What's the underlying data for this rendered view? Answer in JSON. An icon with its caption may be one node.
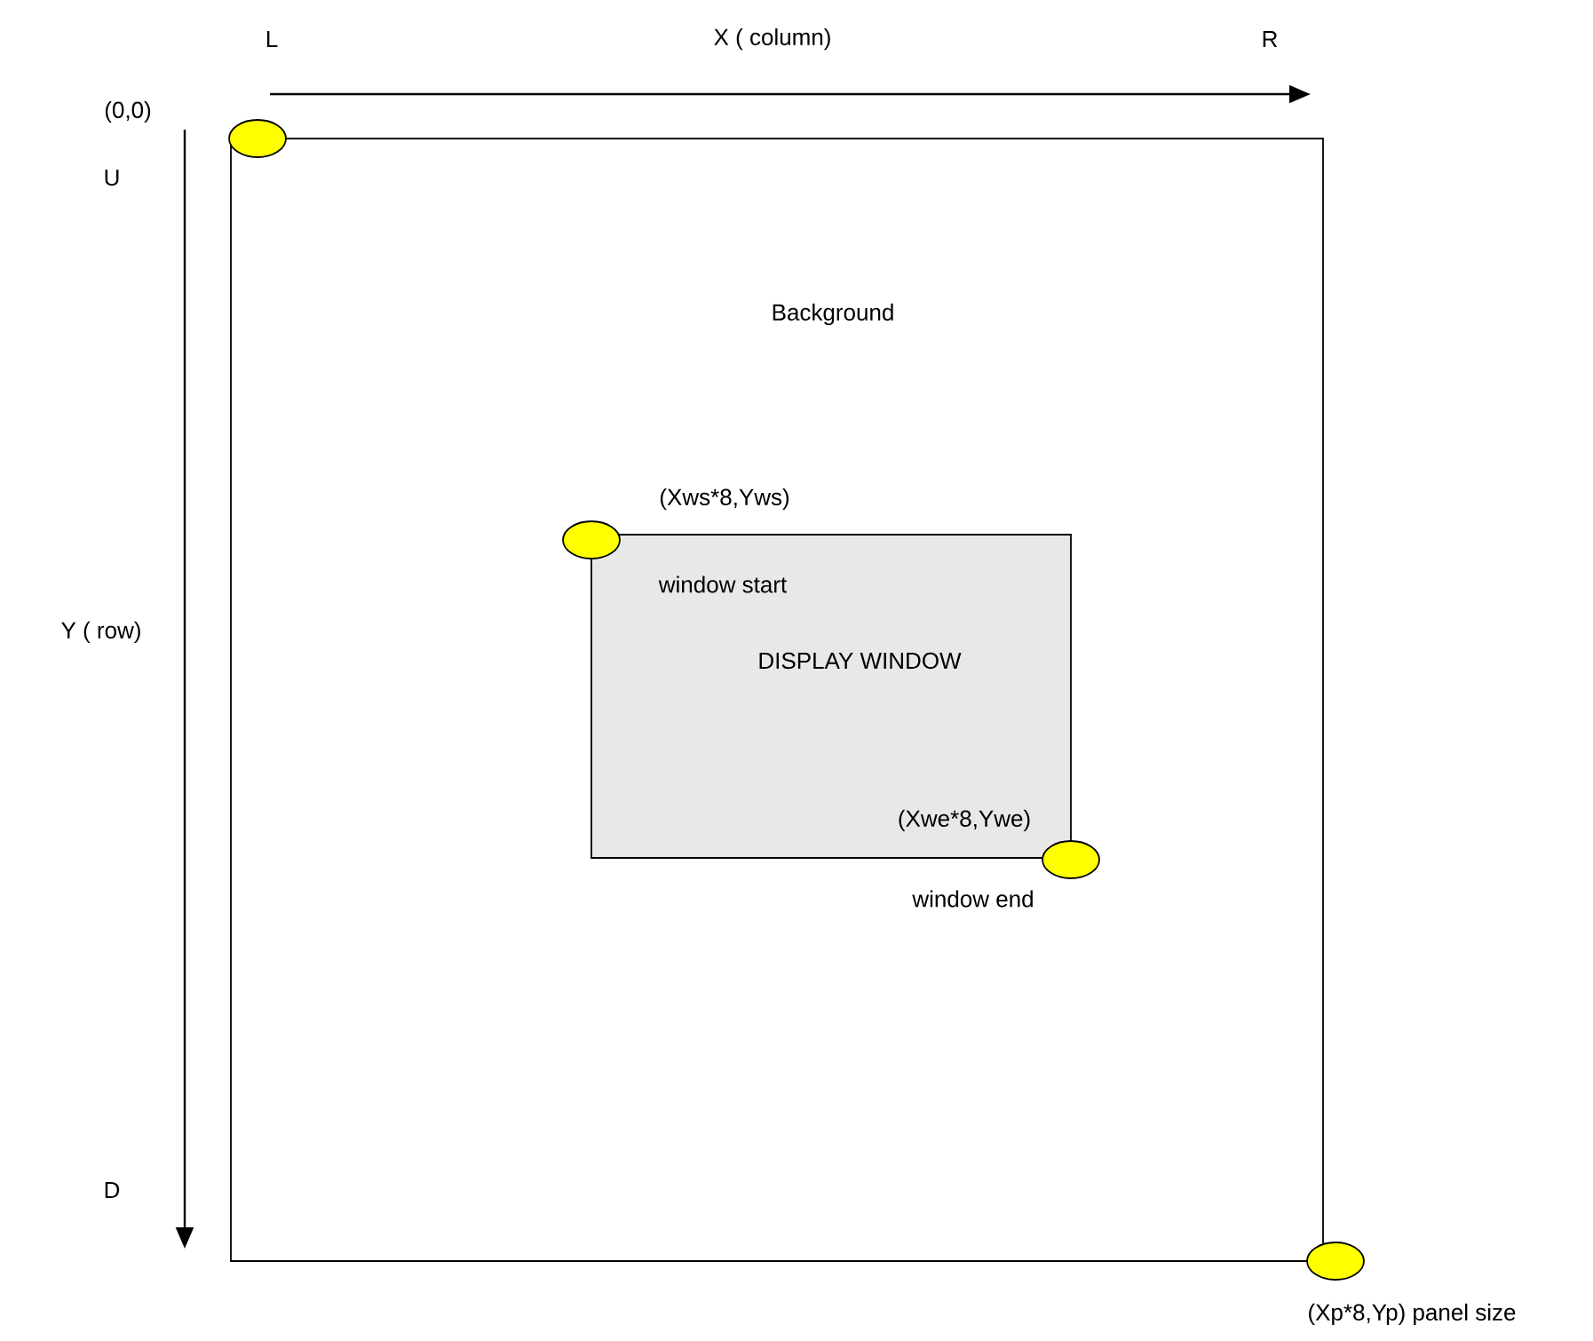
{
  "diagram": {
    "nodes": [
      {
        "text": [
          "Background"
        ]
      },
      {
        "text": [
          "DISPLAY WINDOW"
        ],
        "in": 0
      }
    ],
    "labels": [
      "L",
      "X ( column)",
      "R",
      "(0,0)",
      "U",
      "Y ( row)",
      "D",
      "(Xws*8,Yws)",
      "window start",
      "(Xwe*8,Ywe)",
      "window    end",
      "(Xp*8,Yp) panel size"
    ]
  }
}
